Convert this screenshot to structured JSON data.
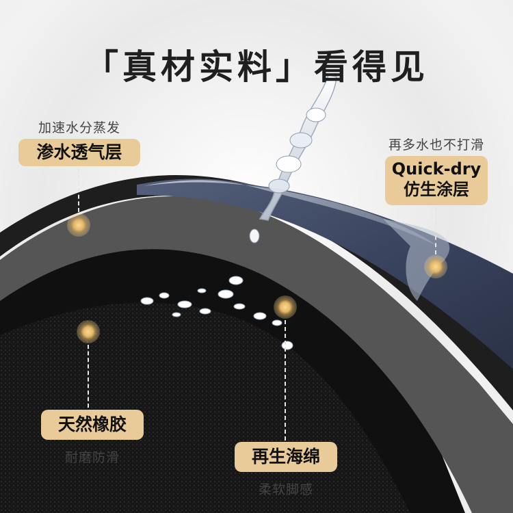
{
  "headline": "「真材实料」看得见",
  "features": {
    "breathable": {
      "caption": "加速水分蒸发",
      "label": "渗水透气层"
    },
    "coating": {
      "caption": "再多水也不打滑",
      "label_line1": "Quick-dry",
      "label_line2": "仿生涂层"
    },
    "rubber": {
      "label": "天然橡胶",
      "caption": "耐磨防滑"
    },
    "sponge": {
      "label": "再生海绵",
      "caption": "柔软脚感"
    }
  },
  "colors": {
    "accent": "#e8cb98",
    "top_layer": "#3a4258",
    "foam": "#1b1b1b",
    "headline": "#1f1f1f"
  }
}
